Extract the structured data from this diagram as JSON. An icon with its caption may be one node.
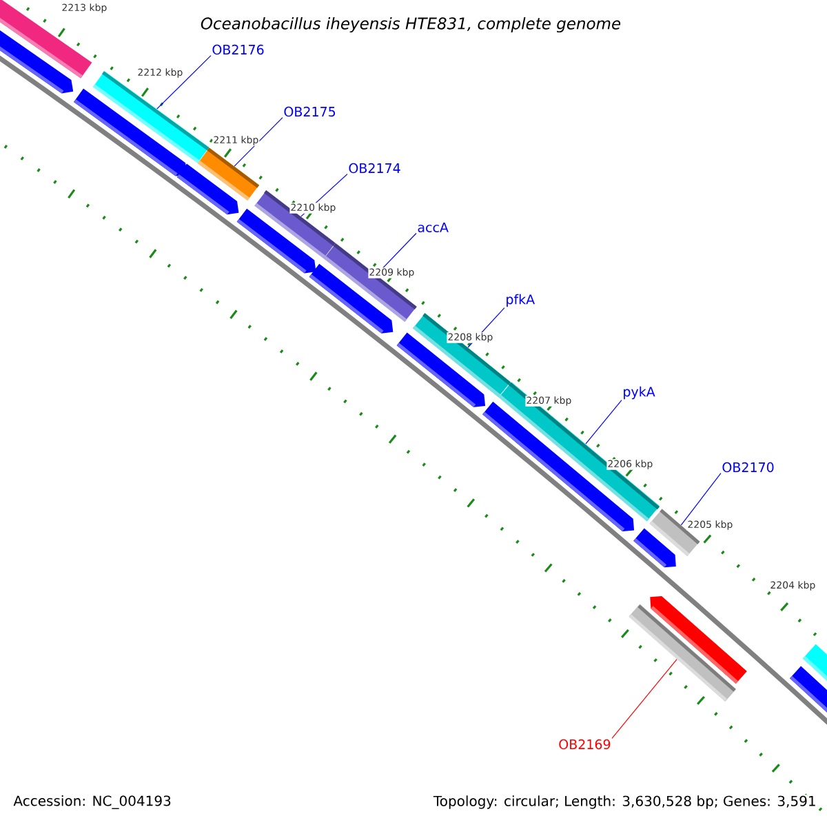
{
  "diagram": {
    "title": "Oceanobacillus iheyensis HTE831, complete genome",
    "nodes": [
      {
        "text": [
          "OB2176"
        ]
      },
      {
        "text": [],
        "shape": "bar"
      },
      {
        "text": [
          "OB2175"
        ]
      },
      {
        "text": [],
        "shape": "bar"
      },
      {
        "text": [
          "OB2174"
        ]
      },
      {
        "text": [],
        "shape": "bar"
      },
      {
        "text": [
          "accA"
        ]
      },
      {
        "text": [],
        "shape": "bar"
      },
      {
        "text": [
          "pfkA"
        ]
      },
      {
        "text": [],
        "shape": "bar"
      },
      {
        "text": [
          "pykA"
        ]
      },
      {
        "text": [],
        "shape": "bar"
      },
      {
        "text": [
          "OB2170"
        ]
      },
      {
        "text": [],
        "shape": "bar"
      },
      {
        "text": [
          "OB2169"
        ]
      },
      {
        "text": [],
        "shape": "bar"
      }
    ],
    "edges": [
      {
        "from": 0,
        "to": 1,
        "arrow": "none"
      },
      {
        "from": 2,
        "to": 3,
        "arrow": "none"
      },
      {
        "from": 4,
        "to": 5,
        "arrow": "none"
      },
      {
        "from": 6,
        "to": 7,
        "arrow": "none"
      },
      {
        "from": 8,
        "to": 9,
        "arrow": "none"
      },
      {
        "from": 10,
        "to": 11,
        "arrow": "none"
      },
      {
        "from": 12,
        "to": 13,
        "arrow": "none"
      },
      {
        "from": 14,
        "to": 15,
        "arrow": "none",
        "color": "#ff0000"
      }
    ],
    "labels": [
      "2213 kbp",
      "2212 kbp",
      "2211 kbp",
      "2210 kbp",
      "2209 kbp",
      "2208 kbp",
      "2207 kbp",
      "2206 kbp",
      "2205 kbp",
      "2204 kbp",
      "Accession: NC_004193",
      "Topology: circular; Length: 3,630,528 bp; Genes: 3,591"
    ]
  }
}
